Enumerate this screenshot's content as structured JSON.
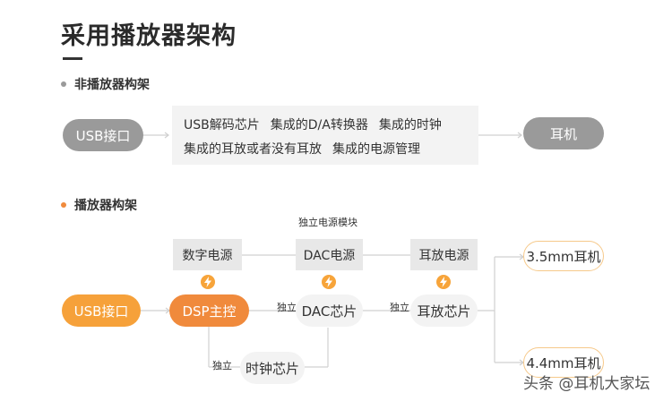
{
  "title": "采用播放器架构",
  "section1": {
    "heading": "非播放器构架",
    "usb": "USB接口",
    "features": [
      "USB解码芯片",
      "集成的D/A转换器",
      "集成的时钟",
      "集成的耳放或者没有耳放",
      "集成的电源管理"
    ],
    "output": "耳机"
  },
  "section2": {
    "heading": "播放器构架",
    "independent_power_module": "独立电源模块",
    "digital_power": "数字电源",
    "dac_power": "DAC电源",
    "amp_power": "耳放电源",
    "usb": "USB接口",
    "dsp": "DSP主控",
    "dac_chip": "DAC芯片",
    "amp_chip": "耳放芯片",
    "clock_chip": "时钟芯片",
    "independent": "独立",
    "out_35": "3.5mm耳机",
    "out_44": "4.4mm耳机"
  },
  "watermark": "头条 @耳机大家坛",
  "colors": {
    "orange": "#f6a13a",
    "dsp_orange": "#f08a3c",
    "grey_pill": "#9a9a9a"
  }
}
